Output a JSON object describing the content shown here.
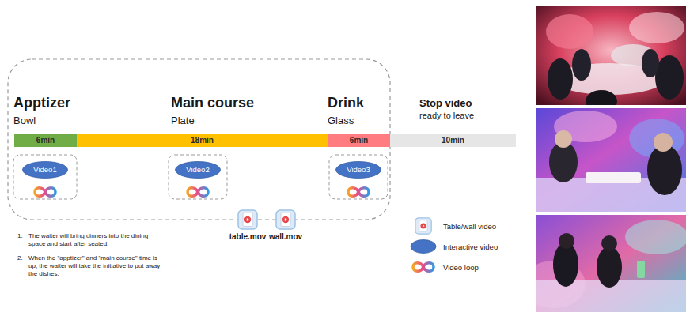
{
  "diagram": {
    "nodes": [
      {
        "text": [
          "6min"
        ]
      },
      {
        "text": [
          "18min"
        ]
      },
      {
        "text": [
          "6min"
        ]
      },
      {
        "text": [
          "10min"
        ]
      },
      {
        "text": [
          "Video1"
        ]
      },
      {
        "text": [
          "Video2"
        ]
      },
      {
        "text": [
          "Video3"
        ]
      }
    ],
    "edges": [],
    "labels": [
      "Apptizer",
      "Bowl",
      "Main course",
      "Plate",
      "Drink",
      "Glass",
      "Stop video",
      "ready to leave",
      "table.mov",
      "wall.mov",
      "1.",
      "The waiter will bring dinners into the dining space and start after seated.",
      "2.",
      "When the \"apptizer\" and \"main course\" time is up, the waiter will take the initiative to put away the dishes."
    ],
    "legend": [
      {
        "text": "Table/wall video"
      },
      {
        "text": "Interactive video"
      },
      {
        "text": "Video loop"
      }
    ]
  }
}
